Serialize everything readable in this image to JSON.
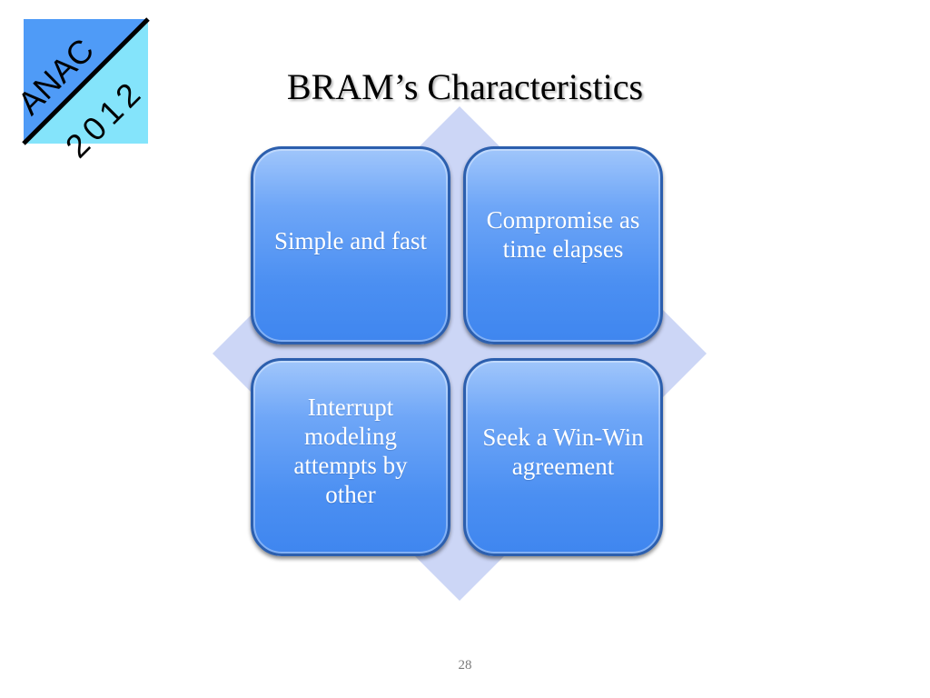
{
  "logo": {
    "line1": "ANAC",
    "line2": "2012",
    "colors": {
      "upper": "#4f9bf7",
      "lower": "#84e4fb",
      "divider": "#000000"
    }
  },
  "title": "BRAM’s Characteristics",
  "cards": [
    {
      "text": "Simple and fast"
    },
    {
      "text": "Compromise as time elapses"
    },
    {
      "text": "Interrupt modeling attempts by other"
    },
    {
      "text": "Seek a Win-Win agreement"
    }
  ],
  "colors": {
    "diamond": "#ccd6f6",
    "card_top": "#a0c6fb",
    "card_bottom": "#3f86ef",
    "card_border": "#2c5fae",
    "card_text": "#ffffff"
  },
  "page_number": "28"
}
